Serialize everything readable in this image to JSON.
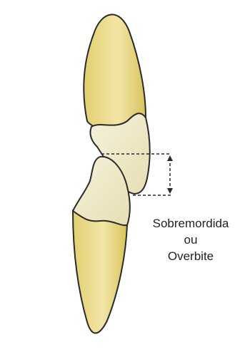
{
  "caption": {
    "line1": "Sobremordida",
    "line2": "ou",
    "line3": "Overbite"
  },
  "colors": {
    "crown_enamel": "#efe9c6",
    "root": "#e9d98a",
    "outline": "#2a2a2a",
    "text": "#222222"
  }
}
